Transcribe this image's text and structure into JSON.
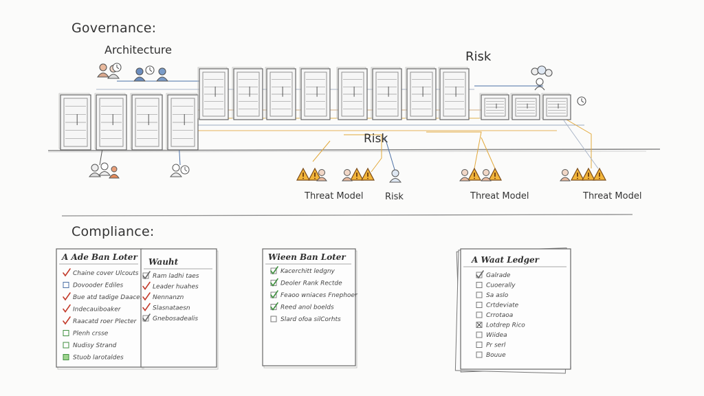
{
  "governance": {
    "heading": "Governance:",
    "architecture_label": "Architecture",
    "risk_label_top": "Risk",
    "risk_label_middle": "Risk",
    "threat_labels": [
      "Threat Model",
      "Risk",
      "Threat Model",
      "Threat Model"
    ]
  },
  "compliance": {
    "heading": "Compliance:",
    "docs": [
      {
        "title": "A Ade Ban Loter",
        "items": [
          {
            "text": "Chaine cover Ulcouts line",
            "mark": "check-red"
          },
          {
            "text": "Dovooder Ediles",
            "mark": "box-blue"
          },
          {
            "text": "Bue atd tadige Daacend",
            "mark": "check-red"
          },
          {
            "text": "Indecauiboaker",
            "mark": "check-red"
          },
          {
            "text": "Raacatd roer Plecter",
            "mark": "check-red"
          },
          {
            "text": "Plenh crsse",
            "mark": "box-green"
          },
          {
            "text": "Nudisy Strand",
            "mark": "box-green"
          },
          {
            "text": "Stuob larotaldes",
            "mark": "box-green-filled"
          }
        ]
      },
      {
        "title": "Wauht",
        "items": [
          {
            "text": "Ram ladhi taes",
            "mark": "check-gray"
          },
          {
            "text": "Leader huahes",
            "mark": "check-red"
          },
          {
            "text": "Nennanzn",
            "mark": "check-red"
          },
          {
            "text": "Slasnataesn",
            "mark": "check-red"
          },
          {
            "text": "Gnebosadealis",
            "mark": "check-gray"
          }
        ]
      },
      {
        "title": "Wieen Ban Loter",
        "items": [
          {
            "text": "Kacerchitt ledgny",
            "mark": "check-green"
          },
          {
            "text": "Deoler Rank Rectde",
            "mark": "check-green"
          },
          {
            "text": "Feaoo wniaces Fnephoer",
            "mark": "check-green"
          },
          {
            "text": "Reed anol boelds",
            "mark": "check-green"
          },
          {
            "text": "Slard ofoa silCorhts",
            "mark": "box-gray"
          }
        ]
      },
      {
        "title": "A Waat Ledger",
        "items": [
          {
            "text": "Galrade",
            "mark": "check-gray"
          },
          {
            "text": "Cuoerally",
            "mark": "box-gray"
          },
          {
            "text": "Sa aslo",
            "mark": "box-gray"
          },
          {
            "text": "Crtdeviate",
            "mark": "box-gray"
          },
          {
            "text": "Crrotaoa",
            "mark": "box-gray"
          },
          {
            "text": "Lotdrep Rico",
            "mark": "box-x"
          },
          {
            "text": "Wiidea",
            "mark": "box-gray"
          },
          {
            "text": "Pr serl",
            "mark": "box-gray"
          },
          {
            "text": "Bouue",
            "mark": "box-gray"
          }
        ]
      }
    ]
  },
  "colors": {
    "ink": "#555555",
    "accent_blue": "#4a6fa5",
    "accent_orange": "#e0a030",
    "check_red": "#c23a2a",
    "check_green": "#3f8f3f",
    "warning_fill": "#f2b53a"
  },
  "icons": [
    "server-rack-icon",
    "user-icon",
    "clock-icon",
    "warning-triangle-icon",
    "checkbox-icon"
  ]
}
